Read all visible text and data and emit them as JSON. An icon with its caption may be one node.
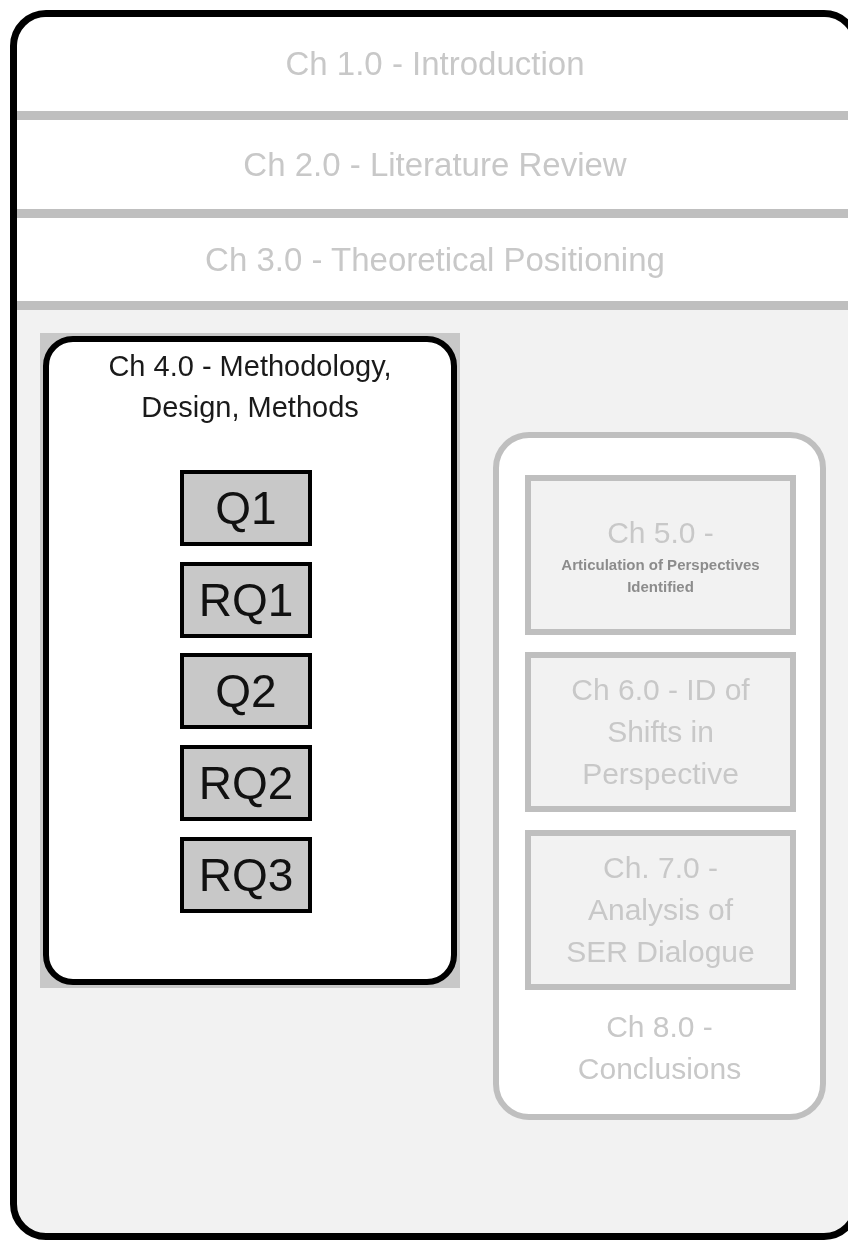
{
  "diagram": {
    "nodes": [
      {
        "text": [],
        "shape": "box"
      },
      {
        "text": [
          "Ch 1.0 - Introduction"
        ],
        "in": 0
      },
      {
        "text": [
          "Ch 2.0 - Literature Review"
        ],
        "in": 0
      },
      {
        "text": [
          "Ch 3.0 - Theoretical Positioning"
        ],
        "in": 0
      },
      {
        "text": [
          "Ch 4.0 - Methodology, Design, Methods"
        ],
        "in": 0
      },
      {
        "text": [
          "Q1"
        ],
        "in": 4
      },
      {
        "text": [
          "RQ1"
        ],
        "in": 4
      },
      {
        "text": [
          "Q2"
        ],
        "in": 4
      },
      {
        "text": [
          "RQ2"
        ],
        "in": 4
      },
      {
        "text": [
          "RQ3"
        ],
        "in": 4
      },
      {
        "text": [
          "Ch 8.0 - Conclusions"
        ],
        "in": 0
      },
      {
        "text": [
          "Ch 5.0 -",
          "Articulation of Perspectives Identified"
        ],
        "in": 10
      },
      {
        "text": [
          "Ch 6.0 - ID of Shifts in Perspective"
        ],
        "in": 10
      },
      {
        "text": [
          "Ch. 7.0 - Analysis of SER Dialogue"
        ],
        "in": 10
      }
    ]
  }
}
